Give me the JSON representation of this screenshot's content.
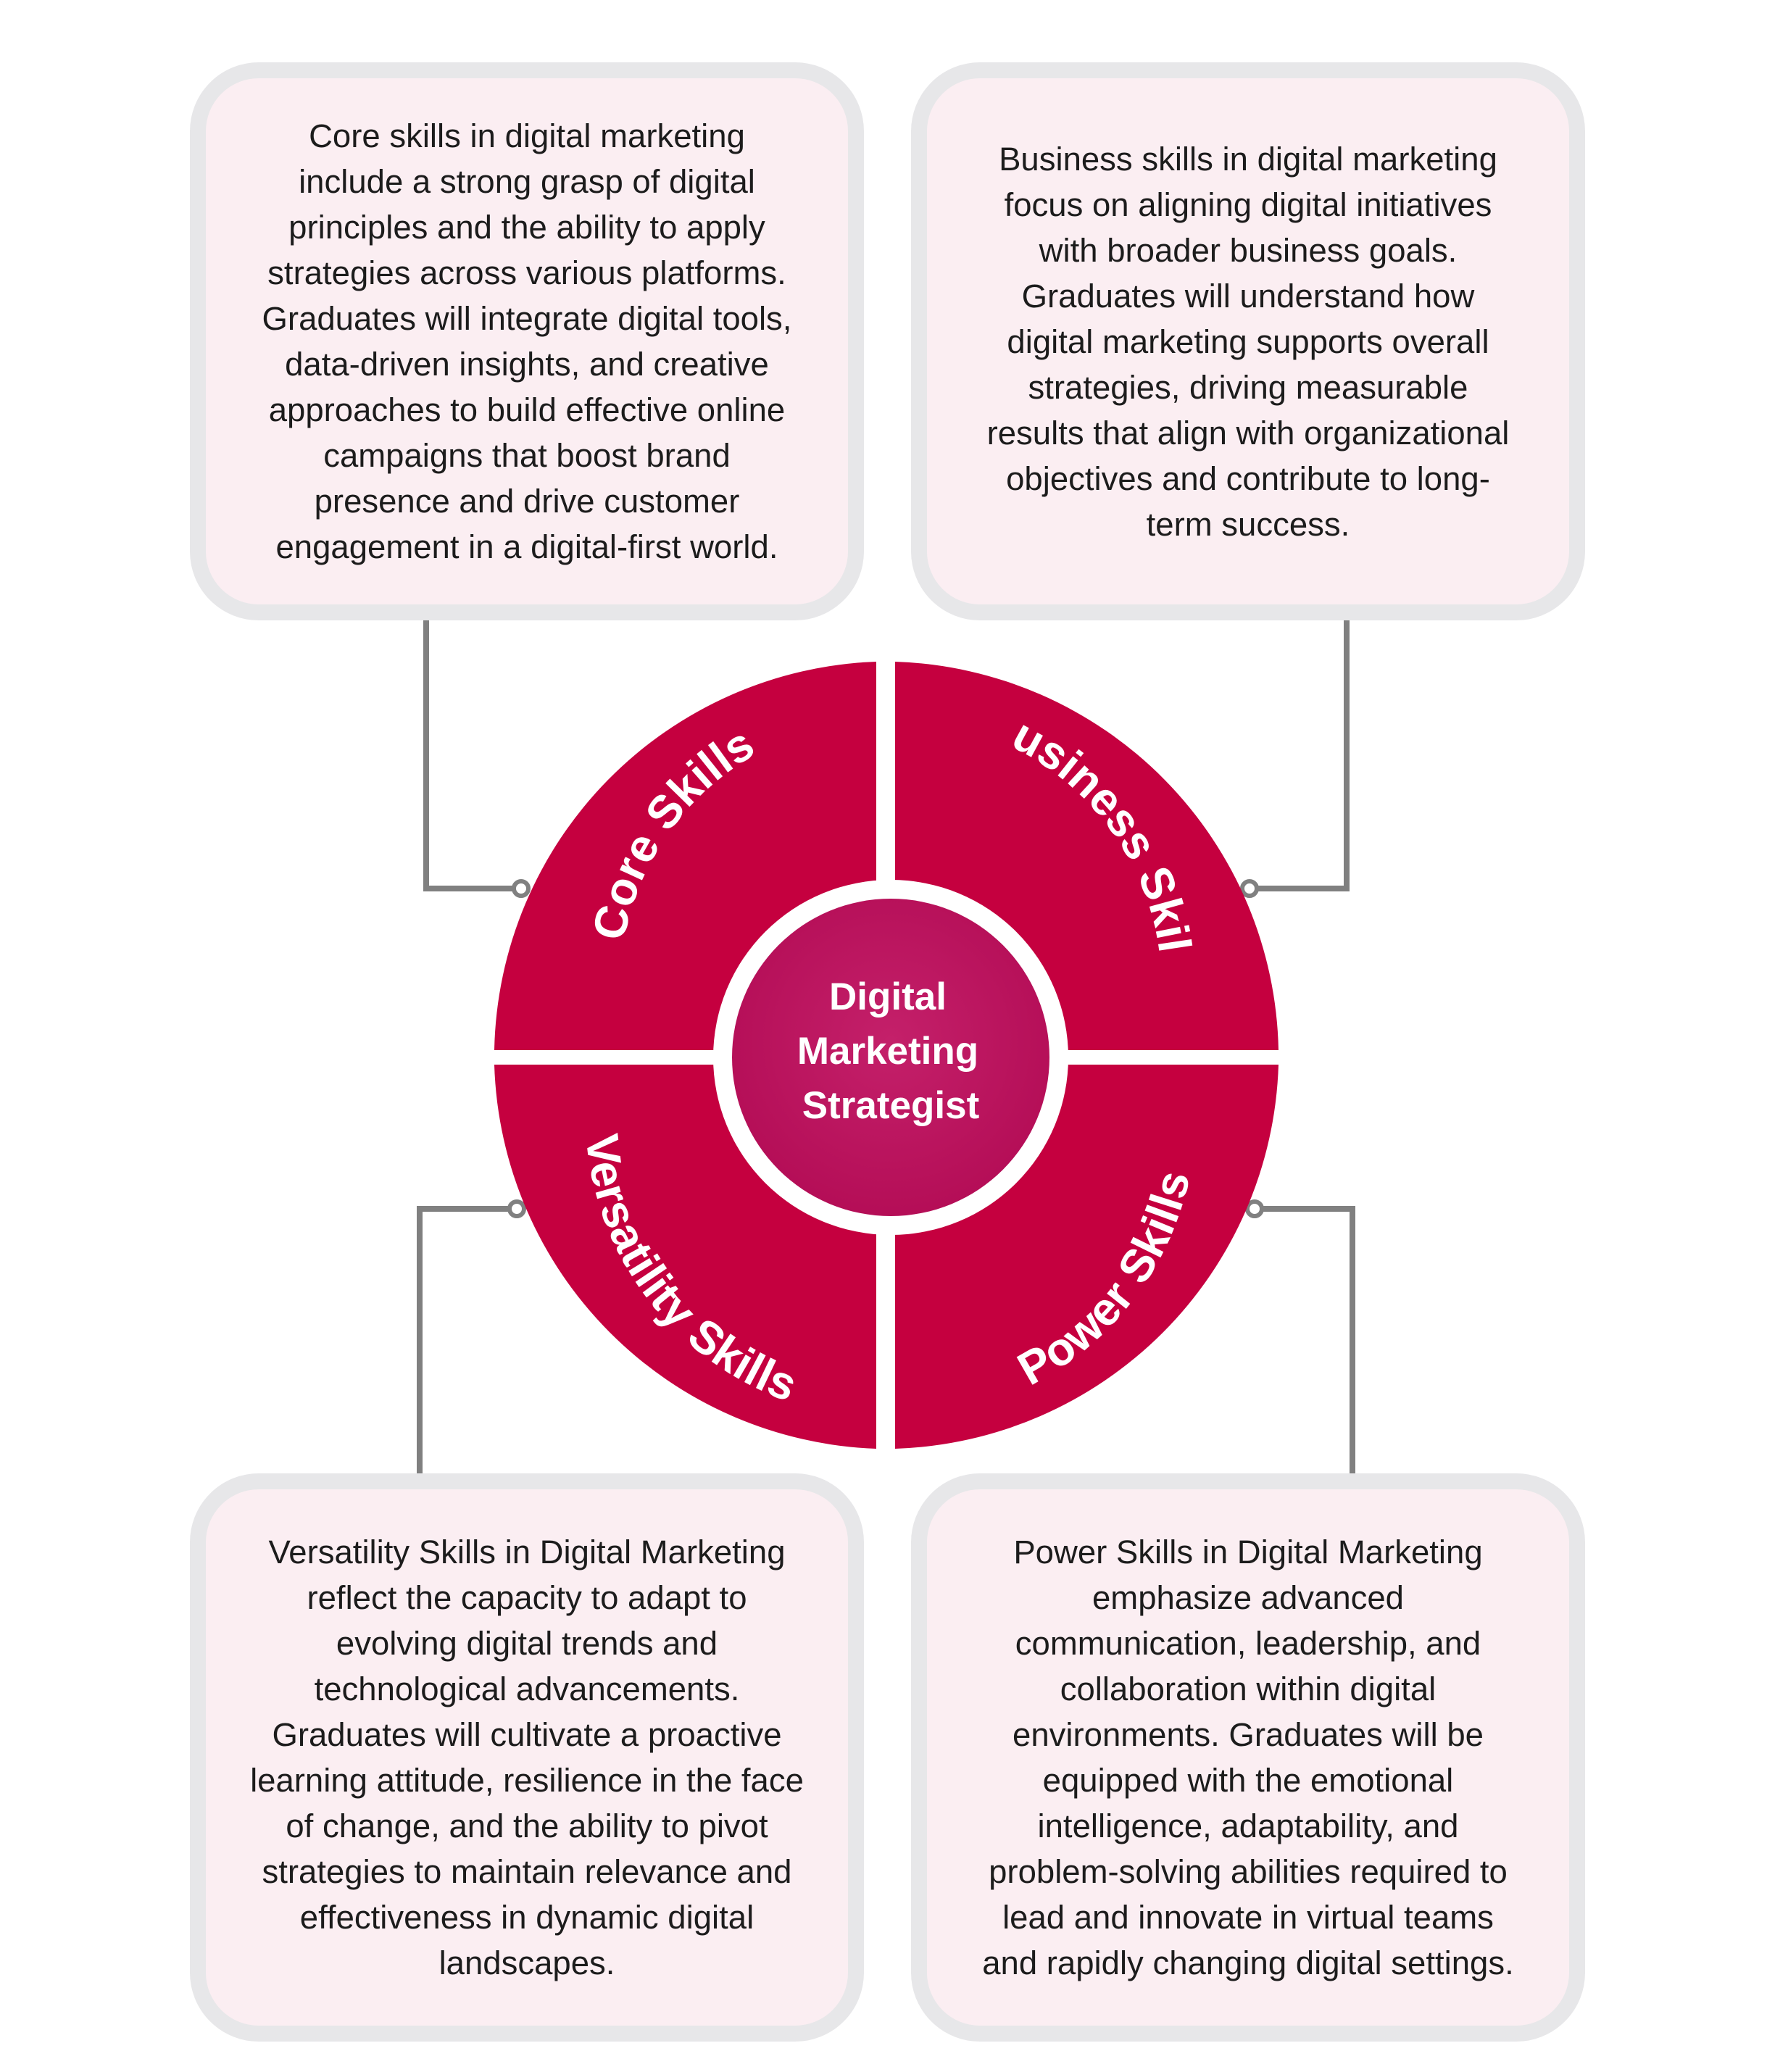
{
  "center": {
    "line1": "Digital",
    "line2": "Marketing",
    "line3": "Strategist"
  },
  "quadrants": {
    "core": "Core Skills",
    "business": "Business Skills",
    "versatility": "Versatility Skills",
    "power": "Power Skills"
  },
  "cards": {
    "core": "Core skills in digital marketing\ninclude a strong grasp of digital\nprinciples and the ability to apply\nstrategies across various platforms.\nGraduates will integrate digital tools,\ndata-driven insights, and creative\napproaches to build effective online\ncampaigns that boost brand\npresence and drive customer\nengagement in a digital-first world.",
    "business": "Business skills in digital marketing\nfocus on aligning digital initiatives\nwith broader business goals.\nGraduates will understand how\ndigital marketing supports overall\nstrategies, driving measurable\nresults that align with organizational\nobjectives and contribute to long-\nterm success.",
    "versatility": "Versatility Skills in Digital Marketing\nreflect the capacity to adapt to\nevolving digital trends and\ntechnological advancements.\nGraduates will cultivate a proactive\nlearning attitude, resilience in the face\nof change, and the ability to pivot\nstrategies to maintain relevance and\neffectiveness in dynamic digital\nlandscapes.",
    "power": "Power Skills in Digital Marketing\nemphasize advanced\ncommunication, leadership, and\ncollaboration within digital\nenvironments. Graduates will be\nequipped with the emotional\nintelligence, adaptability, and\nproblem-solving abilities required to\nlead and innovate in virtual teams\nand rapidly changing digital settings."
  },
  "colors": {
    "segment": "#c5003f",
    "center_fill": "#bb0e5a",
    "card_fill": "#fbeef2",
    "card_border": "#e7e7e9",
    "connector": "#808080"
  }
}
